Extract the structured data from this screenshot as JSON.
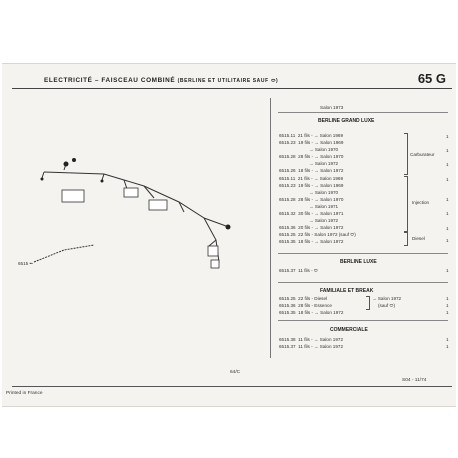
{
  "header": {
    "title_main": "ELECTRICITÉ – FAISCEAU COMBINÉ",
    "title_sub": "(BERLINE ET UTILITAIRE SAUF",
    "title_close": ")",
    "page_number": "65 G"
  },
  "diagram": {
    "part_label": "6515 ••"
  },
  "table": {
    "top_note": "Salon 1973",
    "sections": [
      {
        "title": "BERLINE GRAND LUXE"
      },
      {
        "title": "BERLINE LUXE"
      },
      {
        "title": "FAMILIALE ET BREAK"
      },
      {
        "title": "COMMERCIALE"
      }
    ],
    "rows": [
      {
        "ref": "6515.11",
        "desc": "21 fils - → Salon 1969",
        "qty": ""
      },
      {
        "ref": "6515.23",
        "desc": "19 fils - → Salon 1969",
        "qty": ""
      },
      {
        "ref": "",
        "desc": "→ Salon 1970",
        "qty": ""
      },
      {
        "ref": "6515.28",
        "desc": "28 fils - → Salon 1970",
        "qty": ""
      },
      {
        "ref": "",
        "desc": "→ Salon 1972",
        "qty": ""
      },
      {
        "ref": "6515.26",
        "desc": "18 fils - → Salon 1972",
        "qty": ""
      },
      {
        "ref": "6515.11",
        "desc": "21 fils - → Salon 1969",
        "qty": ""
      },
      {
        "ref": "6515.23",
        "desc": "19 fils - → Salon 1969",
        "qty": ""
      },
      {
        "ref": "",
        "desc": "→ Salon 1970",
        "qty": ""
      },
      {
        "ref": "6515.28",
        "desc": "28 fils - → Salon 1970",
        "qty": ""
      },
      {
        "ref": "",
        "desc": "→ Salon 1971",
        "qty": ""
      },
      {
        "ref": "6515.32",
        "desc": "30 fils - → Salon 1971",
        "qty": ""
      },
      {
        "ref": "",
        "desc": "→ Salon 1972",
        "qty": ""
      },
      {
        "ref": "6515.36",
        "desc": "20 fils - → Salon 1972",
        "qty": ""
      },
      {
        "ref": "6515.25",
        "desc": "22 fils - Salon 1972 (sauf",
        "qty": ""
      },
      {
        "ref": "6515.35",
        "desc": "18 fils - → Salon 1972",
        "qty": ""
      },
      {
        "ref": "6515.37",
        "desc": "11 fils -",
        "qty": "1"
      },
      {
        "ref": "6515.25",
        "desc": "22 fils - Diesel",
        "qty": "1"
      },
      {
        "ref": "6515.36",
        "desc": "28 fils - Essence",
        "qty": "1"
      },
      {
        "ref": "6515.35",
        "desc": "18 fils - → Salon 1972",
        "qty": "1"
      },
      {
        "ref": "6515.38",
        "desc": "11 fils - → Salon 1972",
        "qty": "1"
      },
      {
        "ref": "6515.37",
        "desc": "11 fils - → Salon 1972",
        "qty": "1"
      }
    ],
    "group_labels": {
      "carb": "Carburateur",
      "inj": "Injection",
      "diesel": "Diesel",
      "fam_note": "→ Salon 1972",
      "fam_sauf": "(sauf",
      "fam_close": ")"
    },
    "right_qty": [
      "1",
      "1",
      "1",
      "1",
      "1",
      "1",
      "1",
      "1"
    ]
  },
  "footer": {
    "left": "Printed in France",
    "mid": "64/C",
    "right": "S04 - 11/74"
  }
}
